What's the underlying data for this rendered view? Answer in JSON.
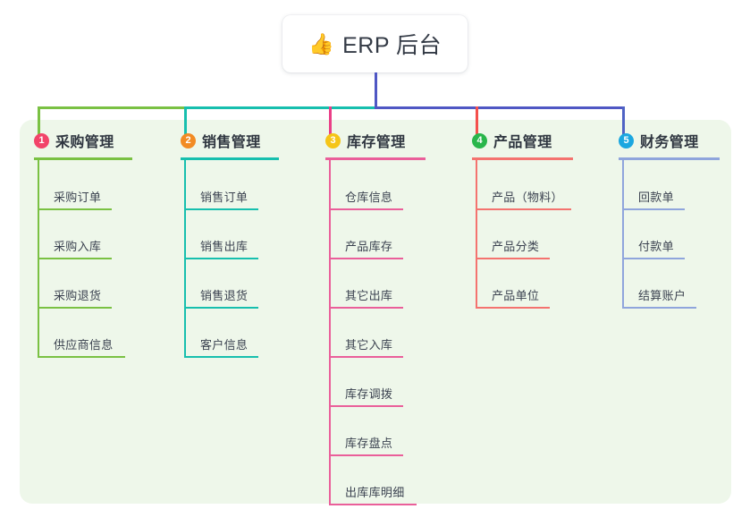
{
  "diagram": {
    "type": "mind-map",
    "root": {
      "emoji": "👍",
      "emoji_name": "thumbs-up-emoji",
      "label": "ERP 后台"
    },
    "palette": {
      "panel_background": "#eef7ea",
      "page_background": "#ffffff",
      "root_stem": "#4f57c4",
      "bus_left_green": "#7ac143",
      "bus_teal": "#17bfae",
      "bus_purple": "#4f57c4",
      "text_dark": "#2f3640",
      "text_leaf": "#3b4250"
    },
    "branches": [
      {
        "number": "1",
        "title": "采购管理",
        "badge_color": "#f2446a",
        "line_color": "#7ac143",
        "drop_color": "#7ac143",
        "head_rule_width": 110,
        "items": [
          {
            "label": "采购订单",
            "rule_width": 83
          },
          {
            "label": "采购入库",
            "rule_width": 83
          },
          {
            "label": "采购退货",
            "rule_width": 83
          },
          {
            "label": "供应商信息",
            "rule_width": 98
          }
        ]
      },
      {
        "number": "2",
        "title": "销售管理",
        "badge_color": "#f28b24",
        "line_color": "#17bfae",
        "drop_color": "#17bfae",
        "head_rule_width": 110,
        "items": [
          {
            "label": "销售订单",
            "rule_width": 83
          },
          {
            "label": "销售出库",
            "rule_width": 83
          },
          {
            "label": "销售退货",
            "rule_width": 83
          },
          {
            "label": "客户信息",
            "rule_width": 83
          }
        ]
      },
      {
        "number": "3",
        "title": "库存管理",
        "badge_color": "#f5c518",
        "line_color": "#ea5f9a",
        "drop_color": "#ea3f87",
        "head_rule_width": 112,
        "items": [
          {
            "label": "仓库信息",
            "rule_width": 83
          },
          {
            "label": "产品库存",
            "rule_width": 83
          },
          {
            "label": "其它出库",
            "rule_width": 83
          },
          {
            "label": "其它入库",
            "rule_width": 83
          },
          {
            "label": "库存调拨",
            "rule_width": 83
          },
          {
            "label": "库存盘点",
            "rule_width": 83
          },
          {
            "label": "出库库明细",
            "rule_width": 98
          }
        ]
      },
      {
        "number": "4",
        "title": "产品管理",
        "badge_color": "#29b64b",
        "line_color": "#f4736f",
        "drop_color": "#f4504c",
        "head_rule_width": 113,
        "items": [
          {
            "label": "产品（物料）",
            "rule_width": 107
          },
          {
            "label": "产品分类",
            "rule_width": 83
          },
          {
            "label": "产品单位",
            "rule_width": 83
          }
        ]
      },
      {
        "number": "5",
        "title": "财务管理",
        "badge_color": "#1ba7e0",
        "line_color": "#8fa5dc",
        "drop_color": "#4f63c4",
        "head_rule_width": 113,
        "items": [
          {
            "label": "回款单",
            "rule_width": 70
          },
          {
            "label": "付款单",
            "rule_width": 70
          },
          {
            "label": "结算账户",
            "rule_width": 83
          }
        ]
      }
    ]
  }
}
